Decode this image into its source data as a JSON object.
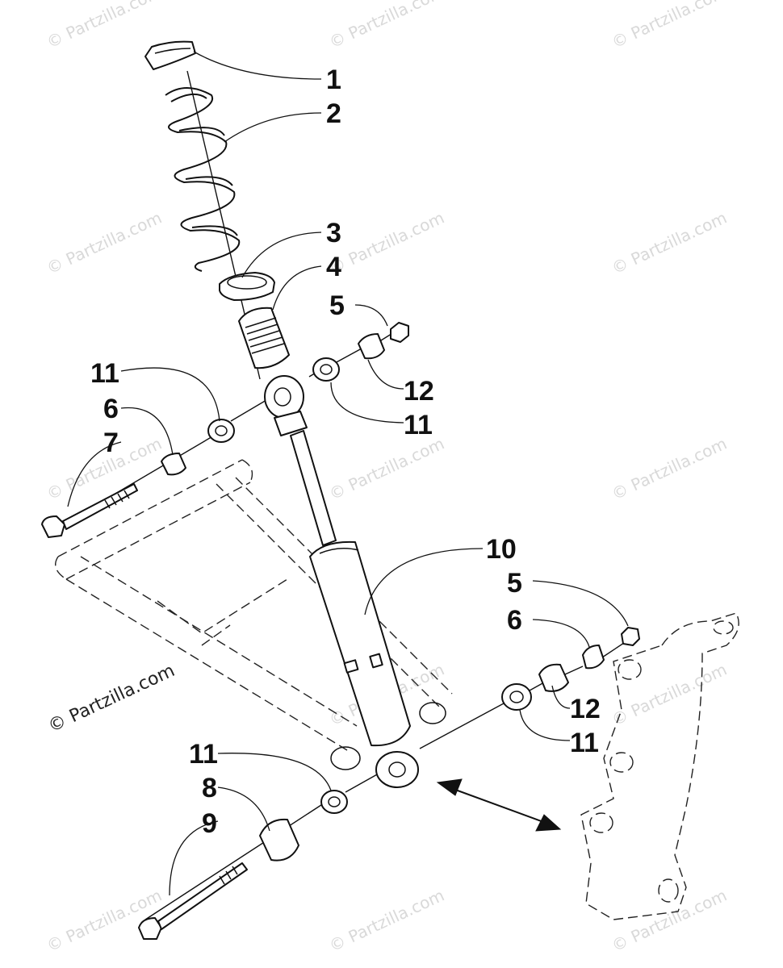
{
  "diagram": {
    "watermark_text": "© Partzilla.com",
    "credit_text": "© Partzilla.com",
    "callouts": [
      {
        "id": "c1",
        "label": "1"
      },
      {
        "id": "c2",
        "label": "2"
      },
      {
        "id": "c3",
        "label": "3"
      },
      {
        "id": "c4",
        "label": "4"
      },
      {
        "id": "c5a",
        "label": "5"
      },
      {
        "id": "c11a",
        "label": "11"
      },
      {
        "id": "c12a",
        "label": "12"
      },
      {
        "id": "c11b",
        "label": "11"
      },
      {
        "id": "c6a",
        "label": "6"
      },
      {
        "id": "c7",
        "label": "7"
      },
      {
        "id": "c10",
        "label": "10"
      },
      {
        "id": "c5b",
        "label": "5"
      },
      {
        "id": "c6b",
        "label": "6"
      },
      {
        "id": "c12b",
        "label": "12"
      },
      {
        "id": "c11c",
        "label": "11"
      },
      {
        "id": "c11d",
        "label": "11"
      },
      {
        "id": "c8",
        "label": "8"
      },
      {
        "id": "c9",
        "label": "9"
      }
    ]
  }
}
